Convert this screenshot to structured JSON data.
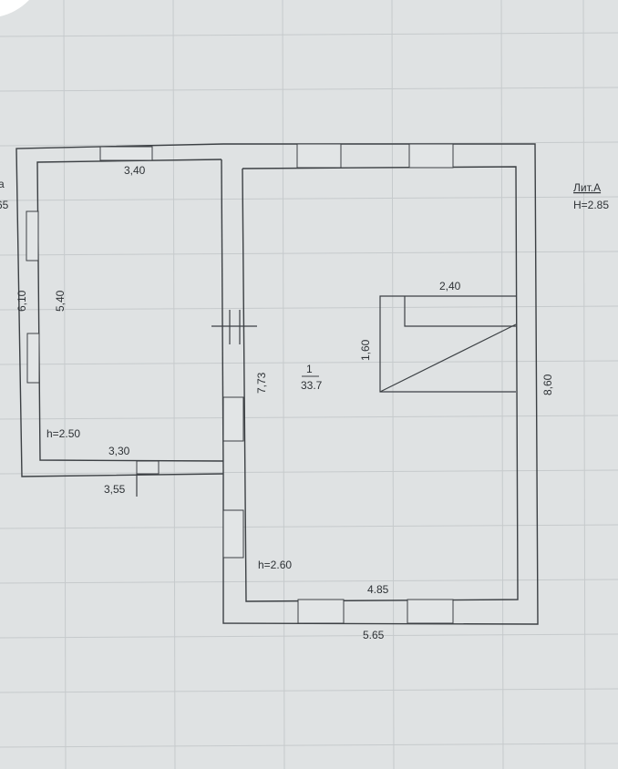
{
  "header": {
    "left_fragment_top": "а",
    "left_fragment_bottom": "65"
  },
  "litera": {
    "name": "Лит.А",
    "height": "H=2.85"
  },
  "left_room": {
    "top_width": "3,40",
    "outer_height": "6,10",
    "inner_height": "5,40",
    "ceiling": "h=2.50",
    "inner_bottom": "3,30",
    "outer_bottom": "3,55"
  },
  "main_room": {
    "number": "1",
    "area": "33.7",
    "left_wall": "7,73",
    "right_wall": "8,60",
    "ceiling": "h=2.60",
    "inner_bottom": "4.85",
    "outer_bottom": "5.65",
    "stair_width": "2,40",
    "stair_height": "1,60"
  }
}
